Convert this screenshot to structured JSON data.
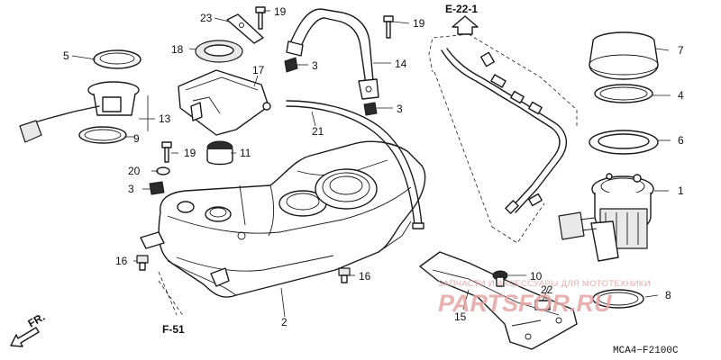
{
  "diagram": {
    "ref_top": "E-22-1",
    "ref_bottom": "F-51",
    "direction_label": "FR.",
    "diagram_code": "MCA4−F2100C",
    "callouts": {
      "c1": "1",
      "c2": "2",
      "c3a": "3",
      "c3b": "3",
      "c3c": "3",
      "c4": "4",
      "c5": "5",
      "c6": "6",
      "c7": "7",
      "c8": "8",
      "c9": "9",
      "c10": "10",
      "c11": "11",
      "c13": "13",
      "c14": "14",
      "c15": "15",
      "c16a": "16",
      "c16b": "16",
      "c17": "17",
      "c18": "18",
      "c19a": "19",
      "c19b": "19",
      "c19c": "19",
      "c20": "20",
      "c21": "21",
      "c22": "22",
      "c23": "23"
    }
  },
  "watermark": {
    "line1": "ЗАПЧАСТИ И АКСЕССУАРЫ ДЛЯ МОТОТЕХНИКИ",
    "logo": "PARTSFOR.RU",
    "color": "#e4a0a0"
  }
}
